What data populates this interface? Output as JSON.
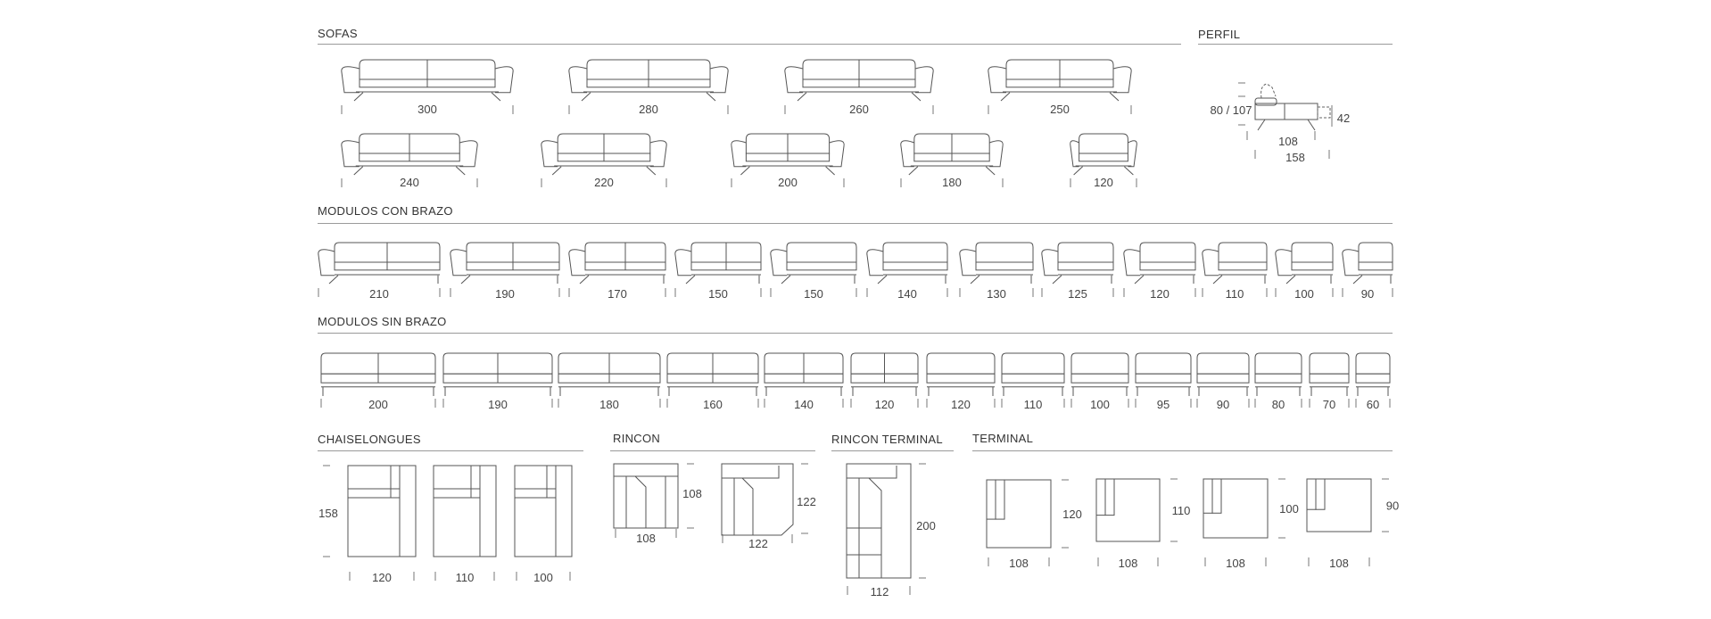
{
  "sections": {
    "sofas": {
      "title": "SOFAS",
      "items": [
        {
          "label": "300"
        },
        {
          "label": "280"
        },
        {
          "label": "260"
        },
        {
          "label": "250"
        },
        {
          "label": "240"
        },
        {
          "label": "220"
        },
        {
          "label": "200"
        },
        {
          "label": "180"
        },
        {
          "label": "120"
        }
      ]
    },
    "perfil": {
      "title": "PERFIL",
      "height_label": "80 / 107",
      "seat_label": "42",
      "depth_label": "108",
      "extended_label": "158"
    },
    "modulos_con_brazo": {
      "title": "MODULOS CON BRAZO",
      "items": [
        {
          "label": "210"
        },
        {
          "label": "190"
        },
        {
          "label": "170"
        },
        {
          "label": "150"
        },
        {
          "label": "150"
        },
        {
          "label": "140"
        },
        {
          "label": "130"
        },
        {
          "label": "125"
        },
        {
          "label": "120"
        },
        {
          "label": "110"
        },
        {
          "label": "100"
        },
        {
          "label": "90"
        }
      ]
    },
    "modulos_sin_brazo": {
      "title": "MODULOS SIN BRAZO",
      "items": [
        {
          "label": "200"
        },
        {
          "label": "190"
        },
        {
          "label": "180"
        },
        {
          "label": "160"
        },
        {
          "label": "140"
        },
        {
          "label": "120"
        },
        {
          "label": "120"
        },
        {
          "label": "110"
        },
        {
          "label": "100"
        },
        {
          "label": "95"
        },
        {
          "label": "90"
        },
        {
          "label": "80"
        },
        {
          "label": "70"
        },
        {
          "label": "60"
        }
      ]
    },
    "chaiselongues": {
      "title": "CHAISELONGUES",
      "depth_label": "158",
      "items": [
        {
          "label": "120"
        },
        {
          "label": "110"
        },
        {
          "label": "100"
        }
      ]
    },
    "rincon": {
      "title": "RINCON",
      "items": [
        {
          "width": "108",
          "depth": "108"
        },
        {
          "width": "122",
          "depth": "122"
        }
      ]
    },
    "rincon_terminal": {
      "title": "RINCON TERMINAL",
      "width_label": "112",
      "depth_label": "200"
    },
    "terminal": {
      "title": "TERMINAL",
      "items": [
        {
          "width": "108",
          "depth": "120"
        },
        {
          "width": "108",
          "depth": "110"
        },
        {
          "width": "108",
          "depth": "100"
        },
        {
          "width": "108",
          "depth": "90"
        }
      ]
    }
  }
}
